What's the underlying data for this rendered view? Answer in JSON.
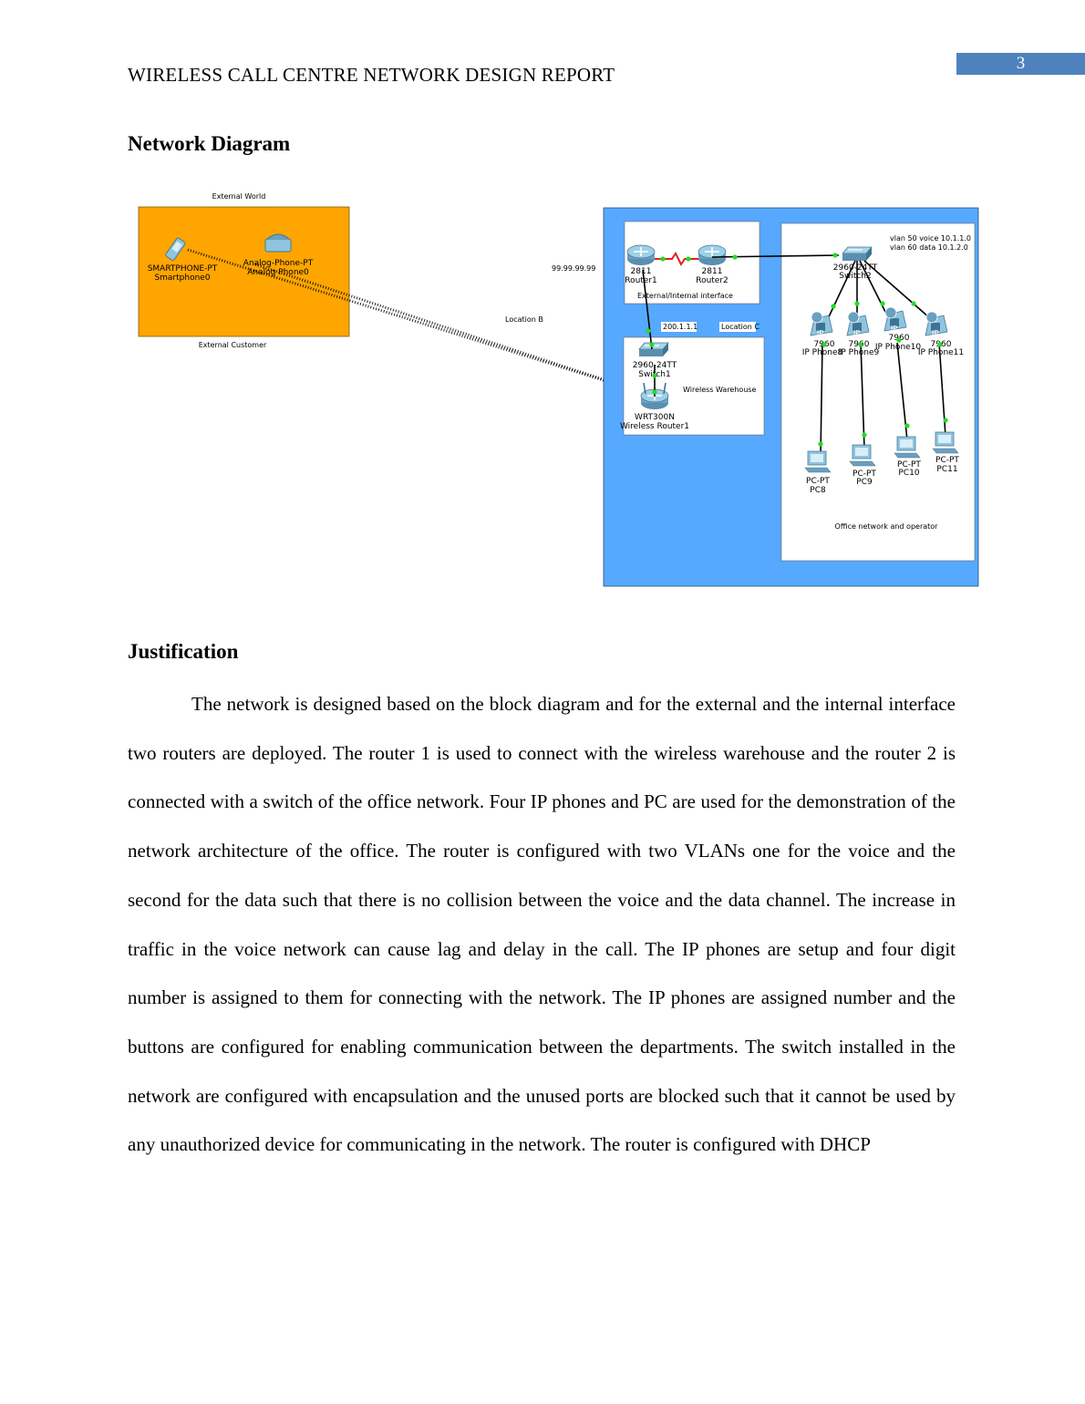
{
  "header": {
    "running_head": "WIRELESS CALL CENTRE NETWORK DESIGN REPORT",
    "page_number": "3"
  },
  "sections": {
    "diagram_heading": "Network Diagram",
    "justification_heading": "Justification",
    "justification_text": "The network is designed based on the block diagram and for the external and the internal interface two routers are deployed. The router 1 is used to connect with the wireless warehouse and the router 2 is connected with a switch of the office network. Four IP phones and PC are used for the demonstration of the network architecture of the office. The router is configured with two VLANs one for the voice and the second for the data such that there is no collision between the voice and the data channel. The increase in traffic in the voice network can cause lag and delay in the call. The IP phones are setup and four digit number is assigned to them for connecting with the network. The IP phones are assigned number and the buttons are configured for enabling communication between the departments. The switch installed in the network are configured with encapsulation and the unused ports are blocked such that it cannot be used by any unauthorized device for communicating in the network. The router is configured with DHCP"
  },
  "diagram": {
    "colors": {
      "external_area": "#ffa500",
      "site_area": "#57a8ff",
      "link_light": "#22dd22",
      "serial_link": "#dd2222"
    },
    "external_world_label": "External World",
    "external_customer_label": "External Customer",
    "smartphone": {
      "model": "SMARTPHONE-PT",
      "name": "Smartphone0"
    },
    "analog_phone": {
      "model": "Analog-Phone-PT",
      "name": "Analog Phone0"
    },
    "ip_external": "99.99.99.99",
    "location_b": "Location B",
    "location_c": "Location C",
    "ip_internal": "200.1.1.1",
    "router1": {
      "model": "2811",
      "name": "Router1"
    },
    "router2": {
      "model": "2811",
      "name": "Router2"
    },
    "routers_area_label": "External/Internal interface",
    "switch1": {
      "model": "2960-24TT",
      "name": "Switch1"
    },
    "wireless_router": {
      "model": "WRT300N",
      "name": "Wireless Router1"
    },
    "warehouse_label": "Wireless Warehouse",
    "switch2": {
      "model": "2960-24TT",
      "name": "Switch2"
    },
    "vlan_voice": "vlan 50 voice 10.1.1.0",
    "vlan_data": "vlan 60 data 10.1.2.0",
    "ip_phones": [
      {
        "model": "7960",
        "name": "IP Phone8"
      },
      {
        "model": "7960",
        "name": "IP Phone9"
      },
      {
        "model": "7960",
        "name": "IP Phone10"
      },
      {
        "model": "7960",
        "name": "IP Phone11"
      }
    ],
    "pcs": [
      {
        "model": "PC-PT",
        "name": "PC8"
      },
      {
        "model": "PC-PT",
        "name": "PC9"
      },
      {
        "model": "PC-PT",
        "name": "PC10"
      },
      {
        "model": "PC-PT",
        "name": "PC11"
      }
    ],
    "office_label": "Office network and operator",
    "icon_badge": "IP"
  }
}
